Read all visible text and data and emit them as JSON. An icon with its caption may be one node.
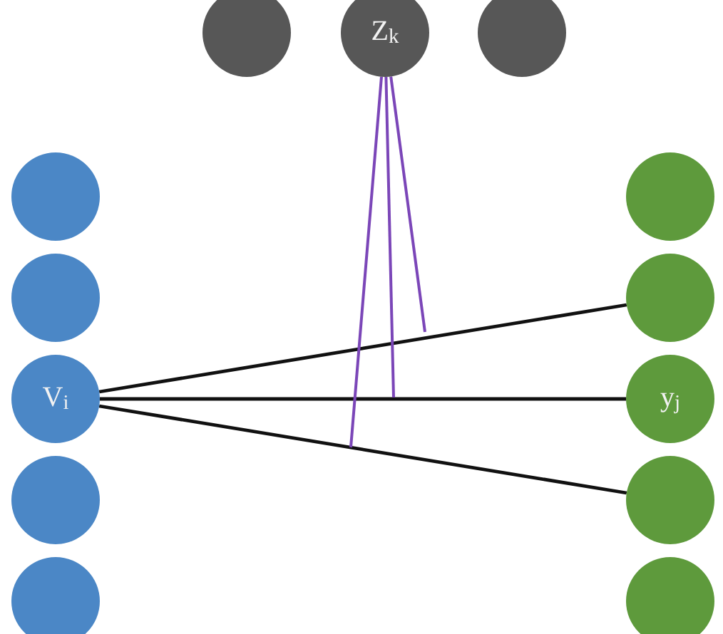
{
  "diagram": {
    "nodes": [
      {
        "text": [],
        "shape": "circle"
      },
      {
        "text": [
          "Z$_{k}$"
        ]
      },
      {
        "text": [],
        "shape": "circle"
      },
      {
        "text": [],
        "shape": "circle"
      },
      {
        "text": [],
        "shape": "circle"
      },
      {
        "text": [
          "V$_{i}$"
        ]
      },
      {
        "text": [],
        "shape": "circle"
      },
      {
        "text": [],
        "shape": "circle"
      },
      {
        "text": [],
        "shape": "circle"
      },
      {
        "text": [],
        "shape": "circle"
      },
      {
        "text": [
          "y$_{j}$"
        ]
      },
      {
        "text": [],
        "shape": "circle"
      },
      {
        "text": [],
        "shape": "circle"
      }
    ],
    "edges": [
      {
        "from": 5,
        "to": 9,
        "arrow": "none"
      },
      {
        "from": 5,
        "to": 10,
        "arrow": "none"
      },
      {
        "from": 5,
        "to": 11,
        "arrow": "none"
      },
      {
        "from": 1,
        "to": null,
        "arrow": "none",
        "color": "#7b46b8"
      },
      {
        "from": 1,
        "to": null,
        "arrow": "none",
        "color": "#7b46b8"
      },
      {
        "from": 1,
        "to": null,
        "arrow": "none",
        "color": "#7b46b8"
      }
    ]
  }
}
